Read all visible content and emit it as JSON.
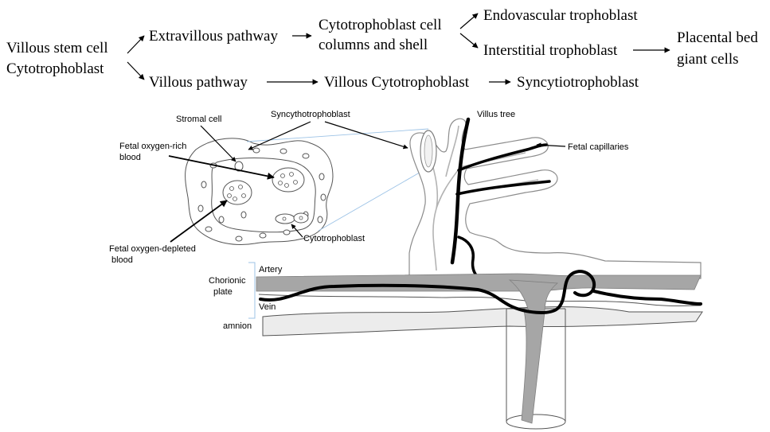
{
  "flowchart": {
    "stem_line1": "Villous stem cell",
    "stem_line2": "Cytotrophoblast",
    "extravillous": "Extravillous pathway",
    "villous": "Villous pathway",
    "columns_line1": "Cytotrophoblast cell",
    "columns_line2": "columns and shell",
    "endovascular": "Endovascular trophoblast",
    "interstitial": "Interstitial trophoblast",
    "giant_line1": "Placental bed",
    "giant_line2": "giant cells",
    "villous_cyto": "Villous Cytotrophoblast",
    "syncytio": "Syncytiotrophoblast"
  },
  "illustration": {
    "stromal_cell": "Stromal cell",
    "syncytho": "Syncythotrophoblast",
    "villus_tree": "Villus tree",
    "fetal_capillaries": "Fetal capillaries",
    "oxy_rich_line1": "Fetal oxygen-rich",
    "oxy_rich_line2": "blood",
    "cytotrophoblast": "Cytotrophoblast",
    "oxy_depleted_line1": "Fetal oxygen-depleted",
    "oxy_depleted_line2": "blood",
    "artery": "Artery",
    "chorionic_line1": "Chorionic",
    "chorionic_line2": "plate",
    "vein": "Vein",
    "amnion": "amnion"
  },
  "colors": {
    "vessel_gray": "#a6a6a6",
    "amnion_fill": "#ececec",
    "guide_blue": "#9dc3e6"
  }
}
